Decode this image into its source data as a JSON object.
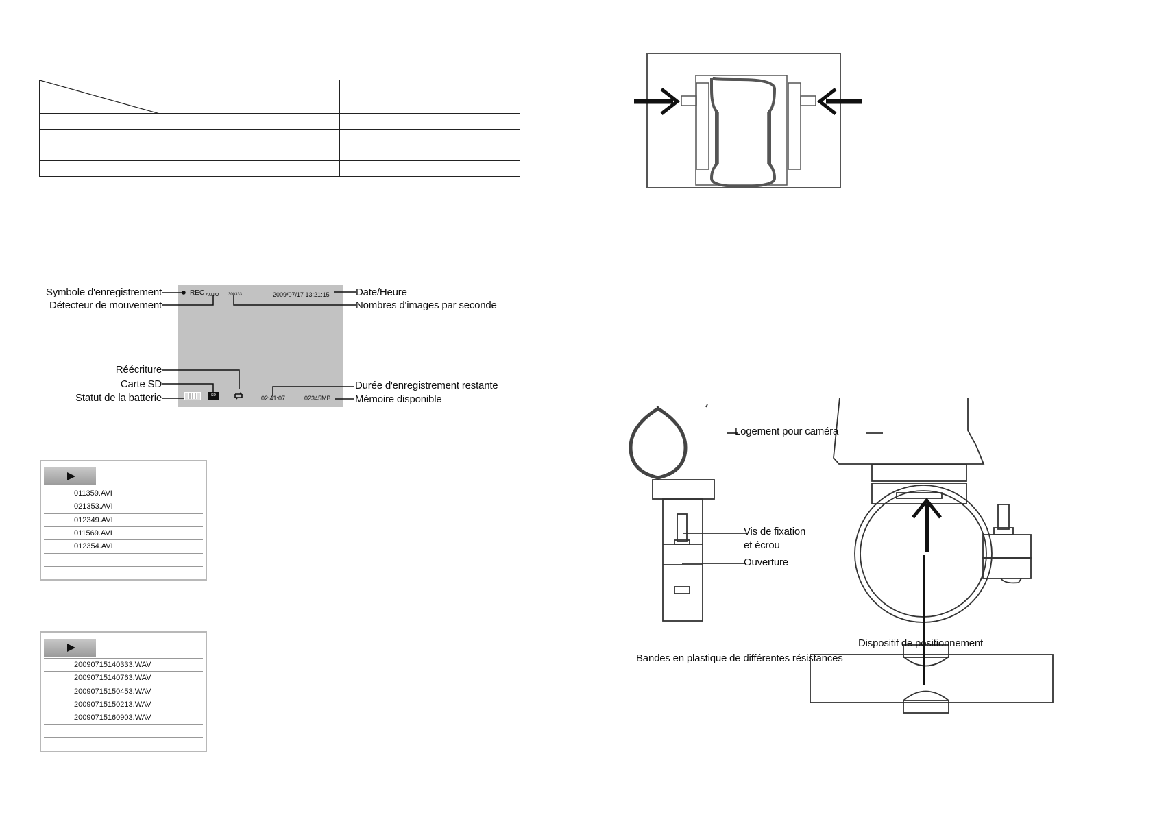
{
  "screen": {
    "rec": "REC",
    "auto": "AUTO",
    "fps": "300333",
    "datetime": "2009/07/17 13:21:15",
    "sd": "SD",
    "remaining_time": "02:41:07",
    "memory": "02345MB"
  },
  "labels": {
    "rec_symbol": "Symbole d'enregistrement",
    "motion": "Détecteur de mouvement",
    "overwrite": "Réécriture",
    "sd_card": "Carte SD",
    "battery": "Statut de la batterie",
    "date_time": "Date/Heure",
    "fps": "Nombres d'images par seconde",
    "remaining": "Durée d'enregistrement restante",
    "memory": "Mémoire disponible"
  },
  "video_files": [
    "011359.AVI",
    "021353.AVI",
    "012349.AVI",
    "011569.AVI",
    "012354.AVI",
    "",
    ""
  ],
  "audio_files": [
    "20090715140333.WAV",
    "20090715140763.WAV",
    "20090715150453.WAV",
    "20090715150213.WAV",
    "20090715160903.WAV",
    "",
    ""
  ],
  "mount": {
    "camera_housing": "Logement pour caméra",
    "screw_line1": "Vis de fixation",
    "screw_line2": "et écrou",
    "opening": "Ouverture",
    "positioning": "Dispositif de positionnement",
    "strips": "Bandes en plastique de différentes résistances"
  }
}
